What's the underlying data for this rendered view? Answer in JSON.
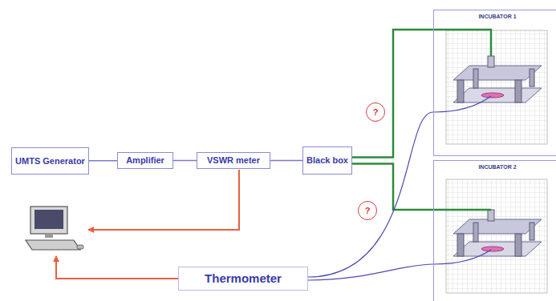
{
  "diagram": {
    "nodes": [
      {
        "text": [
          "UMTS Generator"
        ]
      },
      {
        "text": [
          "Amplifier"
        ]
      },
      {
        "text": [
          "VSWR meter"
        ]
      },
      {
        "text": [
          "Black box"
        ]
      },
      {
        "text": [
          "INCUBATOR 1"
        ]
      },
      {
        "text": [
          "INCUBATOR 2"
        ]
      },
      {
        "text": [
          "Thermometer"
        ]
      },
      {
        "text": [
          "?"
        ]
      },
      {
        "text": [
          "?"
        ]
      }
    ],
    "edges": [
      {
        "from": 0,
        "to": 1,
        "arrow": "none"
      },
      {
        "from": 1,
        "to": 2,
        "arrow": "none"
      },
      {
        "from": 2,
        "to": 3,
        "arrow": "none"
      },
      {
        "from": 3,
        "to": 4,
        "arrow": "none"
      },
      {
        "from": 3,
        "to": 5,
        "arrow": "none"
      },
      {
        "from": 6,
        "to": 4,
        "arrow": "none"
      },
      {
        "from": 6,
        "to": 5,
        "arrow": "none"
      }
    ]
  }
}
